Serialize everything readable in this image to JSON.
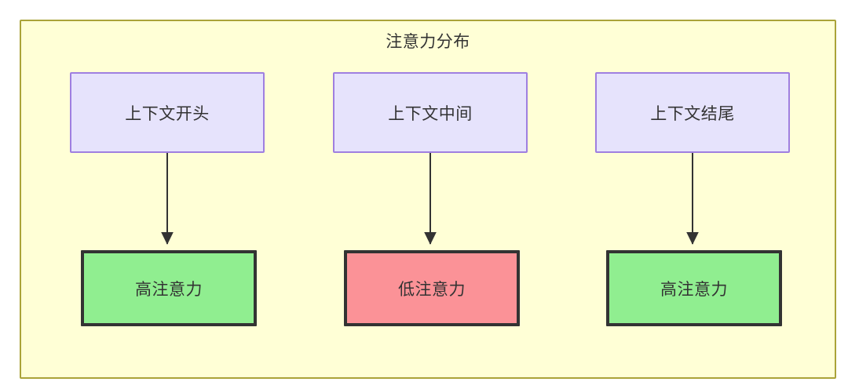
{
  "diagram": {
    "title": "注意力分布",
    "background_color": "#ffffd6",
    "border_color": "#aaa339",
    "nodes": [
      {
        "id": "ctx-start",
        "label": "上下文开头",
        "group": "context",
        "fill": "#e6e3fc",
        "stroke": "#9f7fe0"
      },
      {
        "id": "ctx-middle",
        "label": "上下文中间",
        "group": "context",
        "fill": "#e6e3fc",
        "stroke": "#9f7fe0"
      },
      {
        "id": "ctx-end",
        "label": "上下文结尾",
        "group": "context",
        "fill": "#e6e3fc",
        "stroke": "#9f7fe0"
      },
      {
        "id": "attn-start",
        "label": "高注意力",
        "group": "attention",
        "fill": "#90ee90",
        "stroke": "#333333"
      },
      {
        "id": "attn-middle",
        "label": "低注意力",
        "group": "attention",
        "fill": "#fb9297",
        "stroke": "#333333"
      },
      {
        "id": "attn-end",
        "label": "高注意力",
        "group": "attention",
        "fill": "#90ee90",
        "stroke": "#333333"
      }
    ],
    "edges": [
      {
        "from": "ctx-start",
        "to": "attn-start",
        "label": ""
      },
      {
        "from": "ctx-middle",
        "to": "attn-middle",
        "label": ""
      },
      {
        "from": "ctx-end",
        "to": "attn-end",
        "label": ""
      }
    ]
  }
}
